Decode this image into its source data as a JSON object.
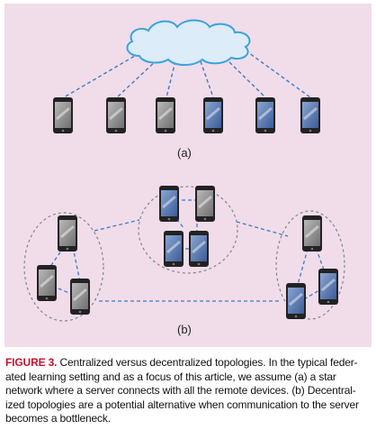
{
  "figure": {
    "label": "FIGURE 3.",
    "caption_lines": [
      "Centralized versus decentralized topologies. In the typical feder-",
      "ated learning setting and as a focus of this article, we assume (a) a star",
      "network where a server connects with all the remote devices. (b) Decentral-",
      "ized topologies are a potential alternative when communication to the server",
      "becomes a bottleneck."
    ],
    "panel_a_label": "(a)",
    "panel_b_label": "(b)"
  },
  "colors": {
    "background": "#f1dcea",
    "cloud_fill": "#dcecf8",
    "cloud_stroke": "#3aa3dd",
    "link": "#3b7dc0",
    "cluster_stroke": "#7a8a8a",
    "phone_body": "#222222",
    "screen_gray": "#8a8a8a",
    "screen_blue": "#4a6ea8",
    "caption_label": "#c8102e"
  },
  "icons": [
    "cloud-icon",
    "smartphone-icon"
  ]
}
